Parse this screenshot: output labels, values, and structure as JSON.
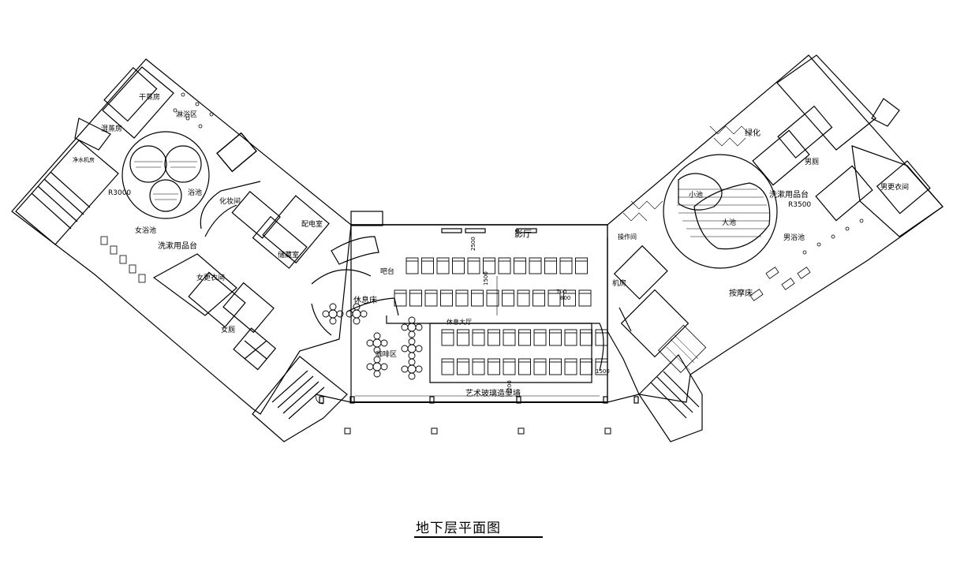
{
  "title": "地下层平面图",
  "colors": {
    "line": "#000000",
    "background": "#ffffff"
  },
  "rooms": {
    "left_wing": {
      "gan_zheng": "干蒸房",
      "shi_zheng": "湿蒸房",
      "lin_yu": "淋浴区",
      "nv_yu_chi": "女浴池",
      "yu_chi": "浴池",
      "radius": "R3000",
      "xi_shu": "洗漱用品台",
      "nv_geng_yi": "女更衣间",
      "hua_zhuang": "化妆间",
      "pei_dian": "配电室",
      "chu_cang": "储藏室",
      "nv_ce": "女厕",
      "jing_shui": "净水机房"
    },
    "center": {
      "ying_ting": "影厅",
      "ba_tai": "吧台",
      "xiu_xi_chuang": "休息床",
      "xiu_xi_da_ting": "休息大厅",
      "ka_fei": "咖啡区",
      "wall": "艺术玻璃造型墙"
    },
    "right_wing": {
      "lv_hua": "绿化",
      "xi_shu": "洗漱用品台",
      "radius": "R3500",
      "nan_yu_chi": "男浴池",
      "xiao_chi": "小池",
      "da_chi": "大池",
      "an_mo_chuang": "按摩床",
      "nan_geng_yi": "男更衣间",
      "nan_ce": "男厕",
      "ji_fang": "机房",
      "cao_zuo": "操作间"
    }
  },
  "dimensions": {
    "d1": "2500",
    "d2": "1500",
    "d3": "700",
    "d4": "1500",
    "d5": "1200",
    "d6": "800"
  }
}
